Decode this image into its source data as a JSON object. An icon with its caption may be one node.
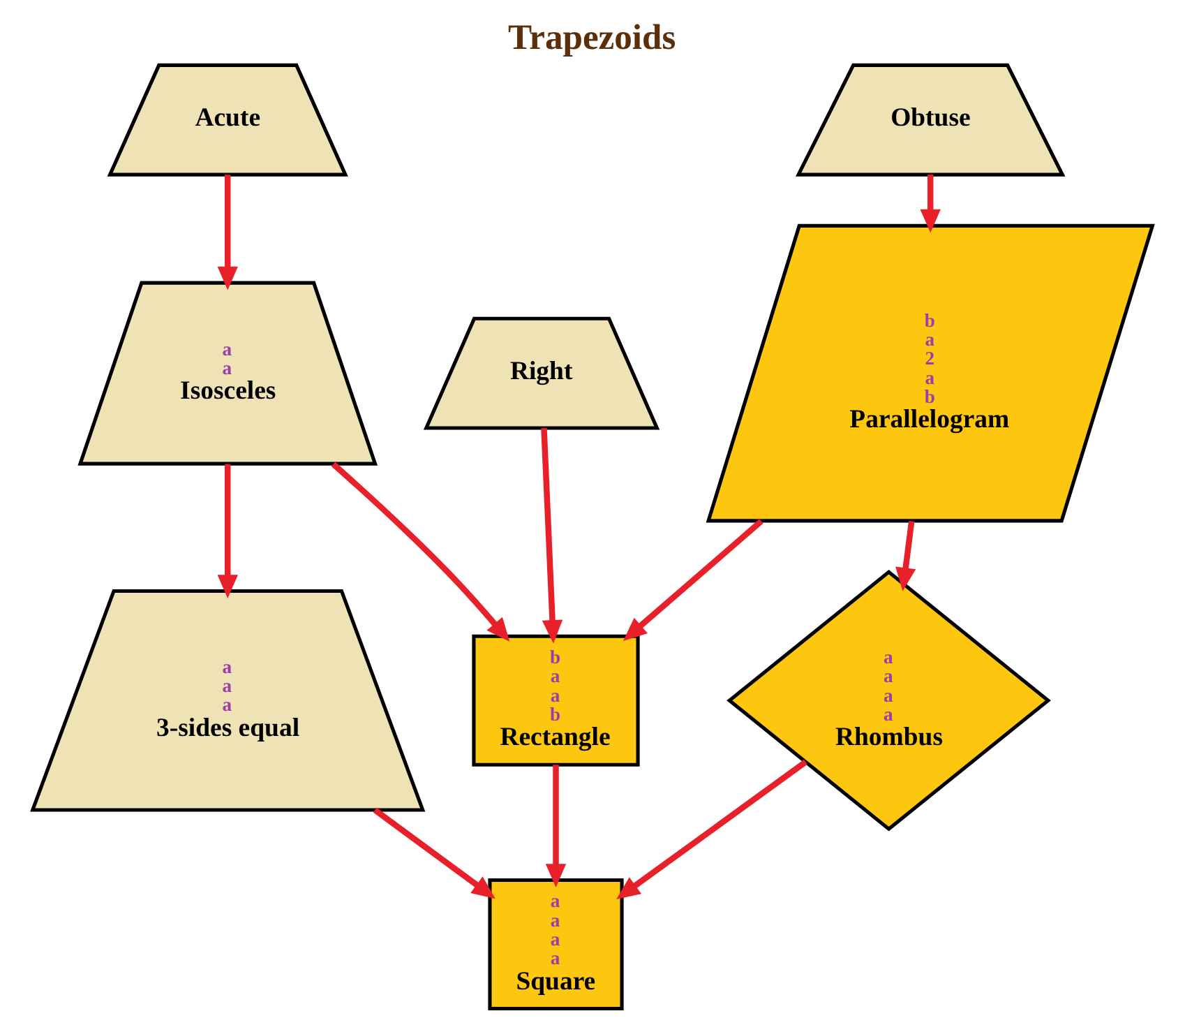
{
  "diagram": {
    "title": "Trapezoids",
    "nodes": [
      {
        "text": [
          "Acute"
        ]
      },
      {
        "text": [
          "Right"
        ]
      },
      {
        "text": [
          "Obtuse"
        ]
      },
      {
        "text": [
          "a",
          "a",
          "Isosceles"
        ]
      },
      {
        "text": [
          "b",
          "a",
          "a",
          "b",
          "Rectangle"
        ]
      },
      {
        "text": [
          "b",
          "a",
          "2",
          "a",
          "b",
          "Parallelogram"
        ]
      },
      {
        "text": [
          "a",
          "a",
          "a",
          "3-sides equal"
        ]
      },
      {
        "text": [
          "a",
          "a",
          "a",
          "a",
          "Rhombus"
        ]
      },
      {
        "text": [
          "a",
          "a",
          "a",
          "a",
          "Square"
        ]
      }
    ],
    "edges": [
      {
        "from": 0,
        "to": 3,
        "arrow": "to"
      },
      {
        "from": 1,
        "to": 4,
        "arrow": "to"
      },
      {
        "from": 2,
        "to": 5,
        "arrow": "to"
      },
      {
        "from": 3,
        "to": 4,
        "arrow": "to"
      },
      {
        "from": 5,
        "to": 4,
        "arrow": "to"
      },
      {
        "from": 3,
        "to": 6,
        "arrow": "to"
      },
      {
        "from": 5,
        "to": 7,
        "arrow": "to"
      },
      {
        "from": 4,
        "to": 8,
        "arrow": "to"
      },
      {
        "from": 6,
        "to": 8,
        "arrow": "to"
      },
      {
        "from": 7,
        "to": 8,
        "arrow": "to"
      }
    ]
  }
}
